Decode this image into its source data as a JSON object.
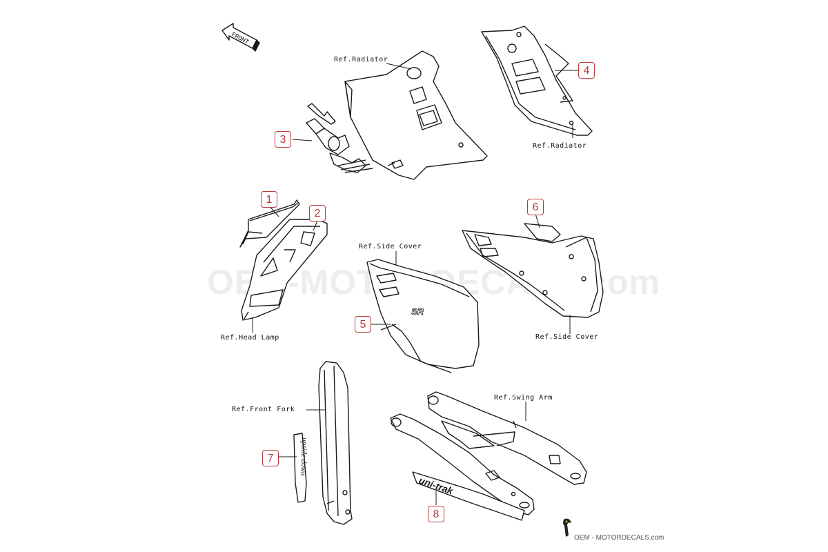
{
  "front_label": "FRONT",
  "references": {
    "radiator_left": "Ref.Radiator",
    "radiator_right": "Ref.Radiator",
    "head_lamp": "Ref.Head Lamp",
    "side_cover_left": "Ref.Side Cover",
    "side_cover_right": "Ref.Side Cover",
    "front_fork": "Ref.Front Fork",
    "swing_arm": "Ref.Swing Arm"
  },
  "callouts": [
    "1",
    "2",
    "3",
    "4",
    "5",
    "6",
    "7",
    "8"
  ],
  "decal_text": {
    "side_cover": "SR",
    "fork_decal": "upside down",
    "swing_arm_decal": "uni-trak"
  },
  "watermark": "OEM-MOTORDECALS.com",
  "footer_watermark": "OEM - MOTORDECALS.com",
  "colors": {
    "callout": "#b83a3a",
    "line": "#1a1a1a"
  }
}
